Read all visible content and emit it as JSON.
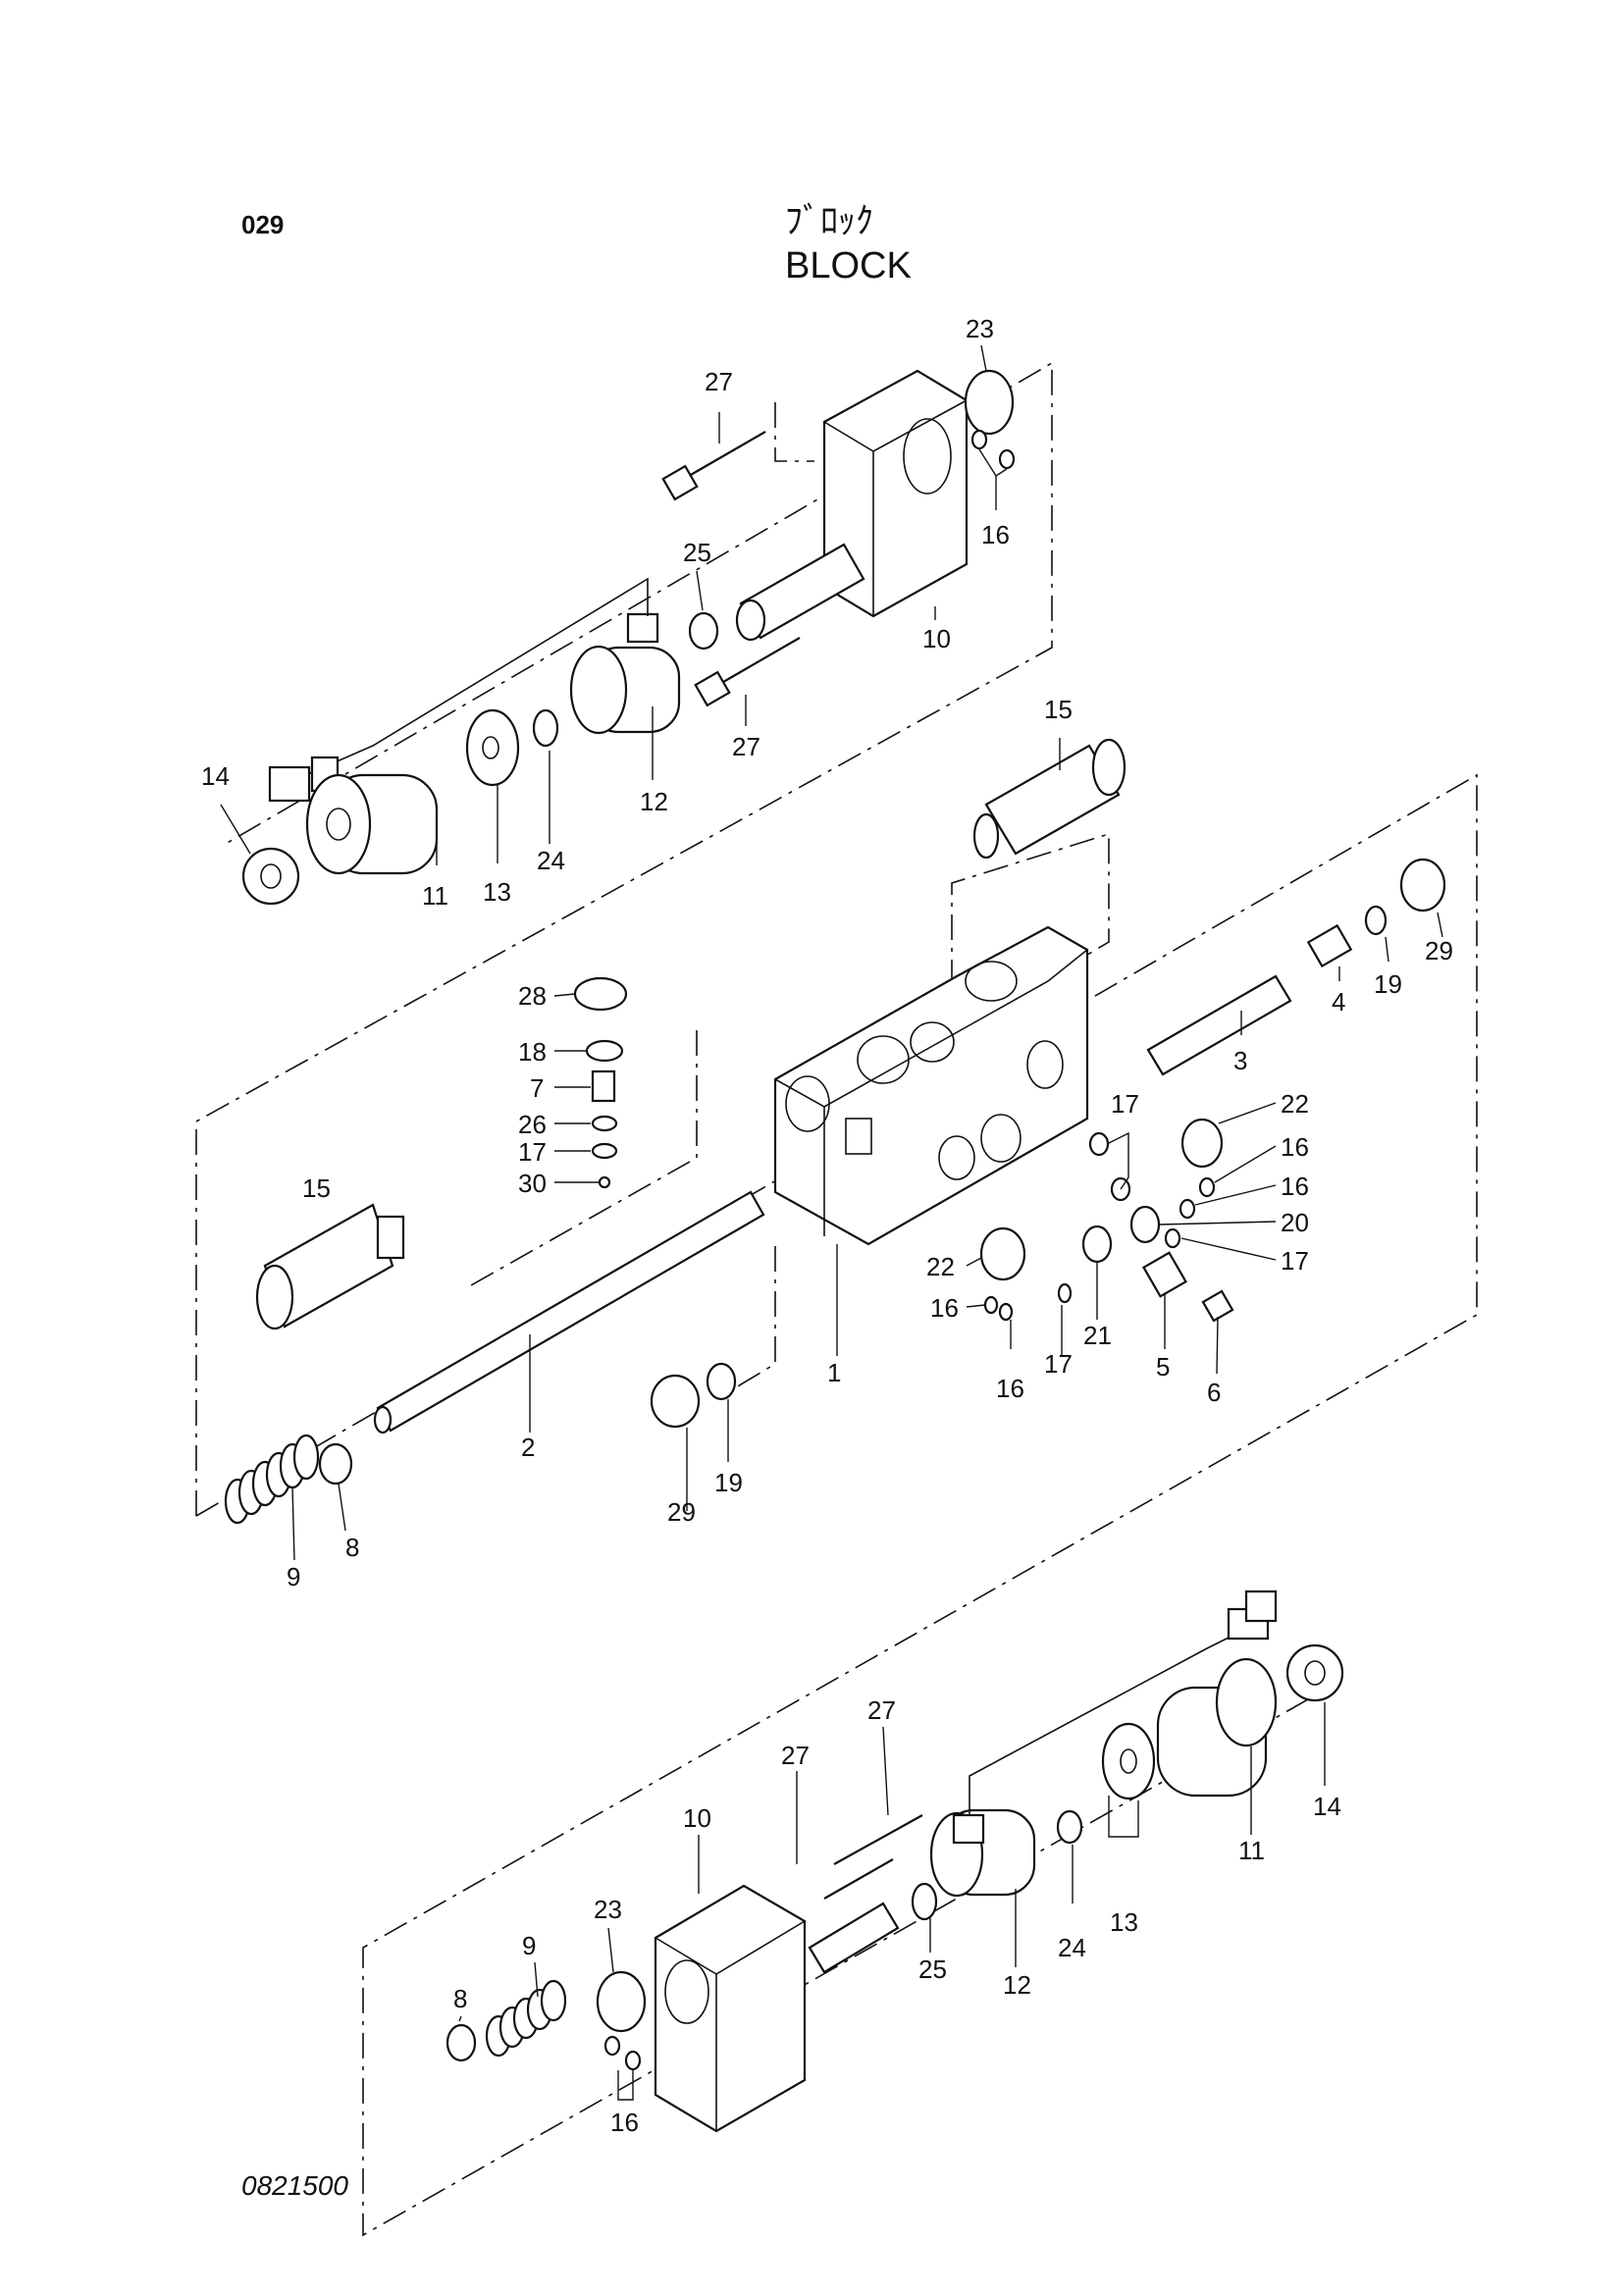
{
  "header": {
    "page_no": "029",
    "title_jp": "ﾌﾞﾛｯｸ",
    "title_en": "BLOCK"
  },
  "footer": {
    "drawing_no": "0821500"
  },
  "callouts": [
    "23",
    "27",
    "16",
    "25",
    "10",
    "27",
    "15",
    "12",
    "24",
    "13",
    "11",
    "14",
    "29",
    "19",
    "4",
    "3",
    "28",
    "18",
    "7",
    "26",
    "17",
    "30",
    "17",
    "22",
    "16",
    "16",
    "20",
    "17",
    "15",
    "22",
    "16",
    "16",
    "17",
    "21",
    "5",
    "6",
    "1",
    "2",
    "29",
    "19",
    "8",
    "9",
    "27",
    "27",
    "10",
    "14",
    "11",
    "13",
    "24",
    "12",
    "25",
    "23",
    "9",
    "8",
    "16"
  ]
}
